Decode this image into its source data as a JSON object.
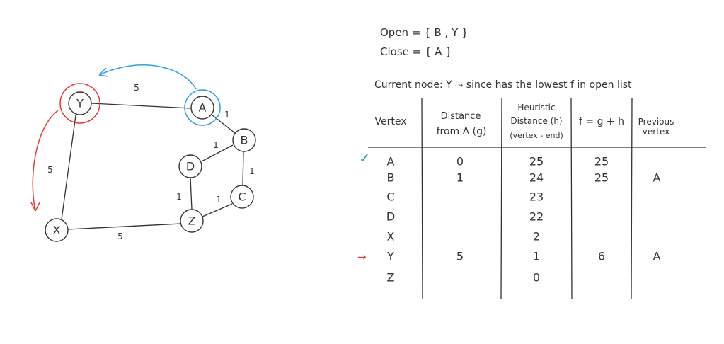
{
  "graph": {
    "nodes": [
      "Y",
      "A",
      "B",
      "D",
      "C",
      "Z",
      "X"
    ],
    "edges": [
      {
        "from": "Y",
        "to": "A",
        "weight": "5"
      },
      {
        "from": "A",
        "to": "B",
        "weight": "1"
      },
      {
        "from": "B",
        "to": "D",
        "weight": "1"
      },
      {
        "from": "B",
        "to": "C",
        "weight": "1"
      },
      {
        "from": "D",
        "to": "Z",
        "weight": "1"
      },
      {
        "from": "C",
        "to": "Z",
        "weight": "1"
      },
      {
        "from": "Y",
        "to": "X",
        "weight": "5"
      },
      {
        "from": "X",
        "to": "Z",
        "weight": "5"
      }
    ],
    "colors": {
      "current": "#e53935",
      "start": "#29a3d9",
      "ink": "#333333"
    }
  },
  "lists": {
    "open": "Open  =  { B , Y }",
    "close": "Close  =  { A }",
    "current": "Current node:  Y  ⤳  since has the lowest  f  in open list"
  },
  "table": {
    "headers": {
      "vertex": "Vertex",
      "g1": "Distance",
      "g2": "from A (g)",
      "h1": "Heuristic",
      "h2": "Distance (h)",
      "h3": "(vertex - end)",
      "f": "f = g + h",
      "p1": "Previous",
      "p2": "vertex"
    },
    "rows": [
      {
        "vertex": "A",
        "g": "0",
        "h": "25",
        "f": "25",
        "prev": ""
      },
      {
        "vertex": "B",
        "g": "1",
        "h": "24",
        "f": "25",
        "prev": "A"
      },
      {
        "vertex": "C",
        "g": "",
        "h": "23",
        "f": "",
        "prev": ""
      },
      {
        "vertex": "D",
        "g": "",
        "h": "22",
        "f": "",
        "prev": ""
      },
      {
        "vertex": "X",
        "g": "",
        "h": "2",
        "f": "",
        "prev": ""
      },
      {
        "vertex": "Y",
        "g": "5",
        "h": "1",
        "f": "6",
        "prev": "A"
      },
      {
        "vertex": "Z",
        "g": "",
        "h": "0",
        "f": "",
        "prev": ""
      }
    ],
    "check_mark": "✓",
    "pointer": "→"
  }
}
